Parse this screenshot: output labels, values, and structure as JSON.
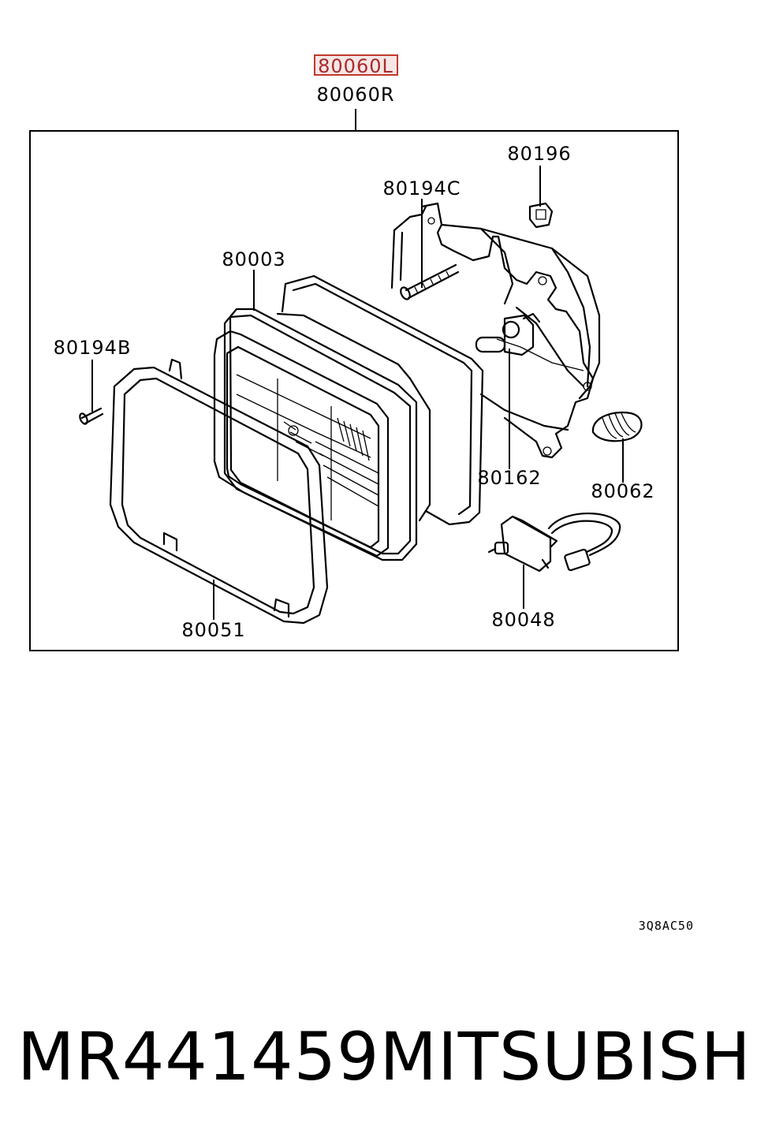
{
  "assembly": {
    "left_number": "80060L",
    "right_number": "80060R"
  },
  "parts": [
    {
      "id": "bracket_bolt",
      "number": "80196"
    },
    {
      "id": "screw_c",
      "number": "80194C"
    },
    {
      "id": "lamp_unit",
      "number": "80003"
    },
    {
      "id": "screw_b",
      "number": "80194B"
    },
    {
      "id": "bulb",
      "number": "80162"
    },
    {
      "id": "spring",
      "number": "80062"
    },
    {
      "id": "rim",
      "number": "80051"
    },
    {
      "id": "socket",
      "number": "80048"
    }
  ],
  "diagram_code": "3Q8AC50",
  "footer": {
    "part_number": "MR441459",
    "brand": "MITSUBISHI"
  },
  "highlight_color": "#c0392b"
}
